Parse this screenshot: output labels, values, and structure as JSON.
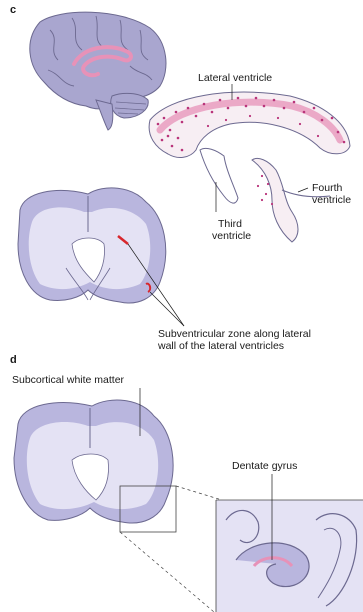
{
  "panel_c": {
    "letter": "c",
    "labels": {
      "lateral_ventricle": "Lateral ventricle",
      "fourth_ventricle_1": "Fourth",
      "fourth_ventricle_2": "ventricle",
      "third_ventricle_1": "Third",
      "third_ventricle_2": "ventricle",
      "svz_line1": "Subventricular zone along lateral",
      "svz_line2": "wall of the lateral ventricles"
    }
  },
  "panel_d": {
    "letter": "d",
    "labels": {
      "white_matter": "Subcortical white matter",
      "dentate_gyrus": "Dentate gyrus"
    }
  },
  "colors": {
    "cortex": "#b9b6de",
    "white_matter": "#e4e2f4",
    "outline": "#6c6990",
    "brain_side": "#a9a6cf",
    "ventricle_fill": "#ffffff",
    "svz_pink": "#e792b8",
    "highlight_red": "#d8262c"
  }
}
